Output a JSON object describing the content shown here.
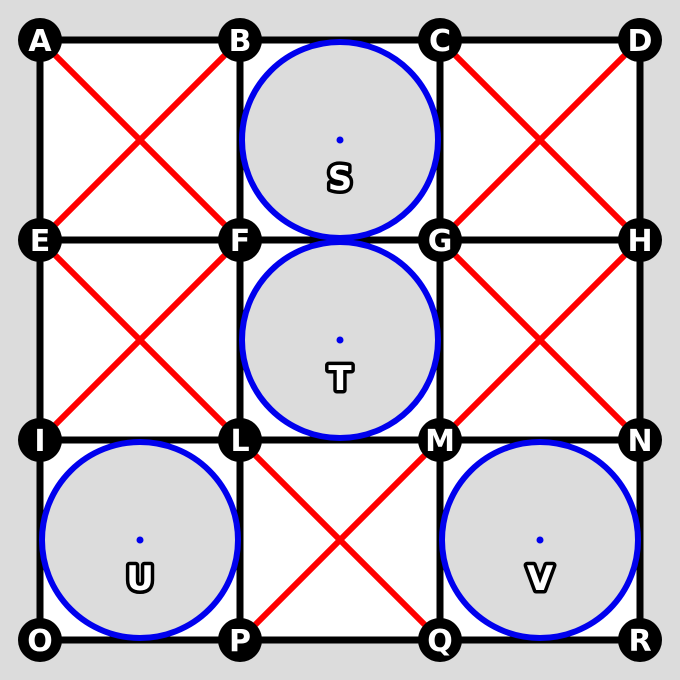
{
  "colors": {
    "background": "#dcdcdc",
    "cell_fill": "#ffffff",
    "grid": "#000000",
    "cross": "#ff0000",
    "circle": "#0000ee",
    "circle_fill": "#dcdcdc",
    "node_fill": "#000000",
    "node_text": "#ffffff"
  },
  "nodes": {
    "A": "A",
    "B": "B",
    "C": "C",
    "D": "D",
    "E": "E",
    "F": "F",
    "G": "G",
    "H": "H",
    "I": "I",
    "L": "L",
    "M": "M",
    "N": "N",
    "O": "O",
    "P": "P",
    "Q": "Q",
    "R": "R"
  },
  "circles": {
    "S": "S",
    "T": "T",
    "U": "U",
    "V": "V"
  }
}
